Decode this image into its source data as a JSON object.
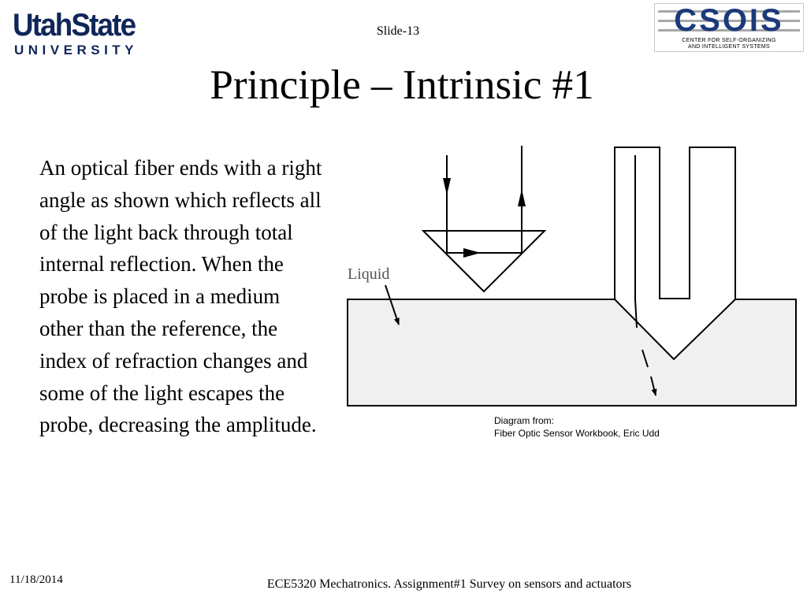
{
  "header": {
    "slide_number": "Slide-13",
    "title": "Principle – Intrinsic #1"
  },
  "logos": {
    "left": {
      "line1": "UtahState",
      "line2": "UNIVERSITY"
    },
    "right": {
      "mark": "CSOIS",
      "line1": "CENTER FOR SELF-ORGANIZING",
      "line2": "AND INTELLIGENT SYSTEMS"
    }
  },
  "body": {
    "text": "An optical fiber ends with a right angle as shown which reflects all of the light back through total internal reflection. When the probe is placed in a medium other than the reference, the index of refraction changes and some of the light escapes the probe, decreasing the amplitude."
  },
  "diagram": {
    "liquid_label": "Liquid",
    "caption_line1": "Diagram from:",
    "caption_line2": "Fiber Optic Sensor Workbook, Eric Udd"
  },
  "footer": {
    "date": "11/18/2014",
    "course": "ECE5320 Mechatronics. Assignment#1 Survey on sensors and actuators"
  },
  "colors": {
    "usu_navy": "#0f2658",
    "csois_blue": "#1a3a7a",
    "liquid_fill": "#f0f0f0"
  }
}
